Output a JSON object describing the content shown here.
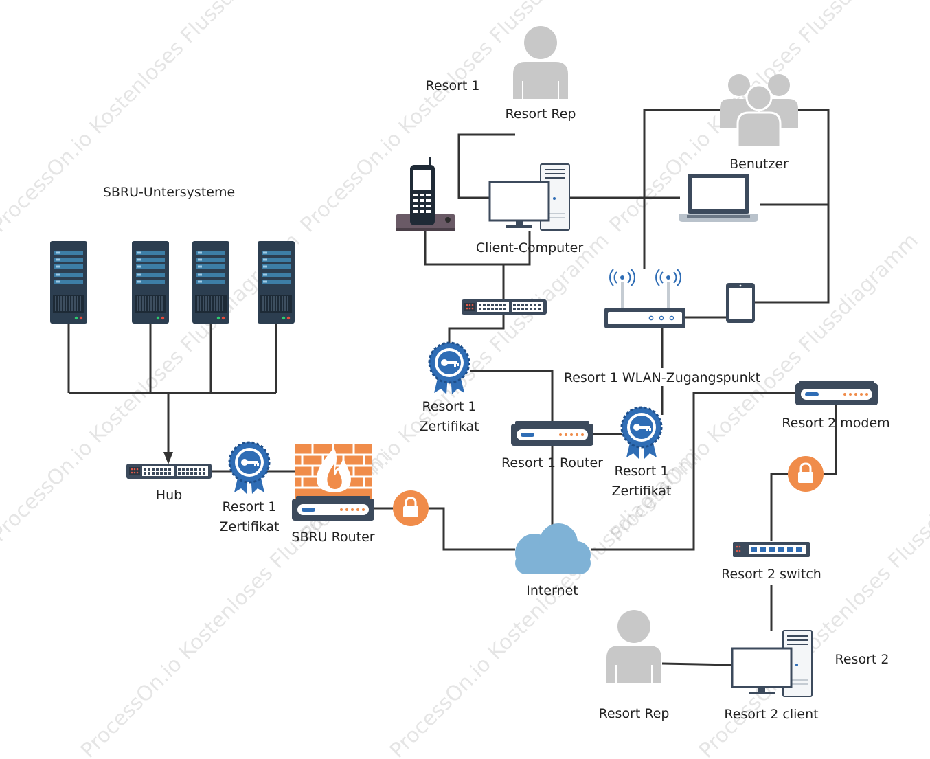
{
  "labels": {
    "sbru_subsystems": "SBRU-Untersysteme",
    "hub": "Hub",
    "cert_hub": "Resort 1\nZertifikat",
    "sbru_router": "SBRU Router",
    "internet": "Internet",
    "resort1": "Resort 1",
    "resort_rep_top": "Resort Rep",
    "client_computer": "Client-Computer",
    "benutzer": "Benutzer",
    "cert_switch": "Resort 1\nZertifikat",
    "resort1_router": "Resort 1 Router",
    "cert_wlan": "Resort 1\nZertifikat",
    "wlan": "Resort 1 WLAN-Zugangspunkt",
    "resort2_modem": "Resort 2 modem",
    "resort2_switch": "Resort 2 switch",
    "resort2": "Resort 2",
    "resort2_client": "Resort 2 client",
    "resort_rep_bottom": "Resort Rep"
  },
  "watermark": "ProcessOn.io Kostenloses Flussdiagramm",
  "colors": {
    "wire": "#333333",
    "server": "#2c3e50",
    "server_slot": "#3d7ea6",
    "person": "#c8c8c8",
    "firewall": "#f08c4a",
    "lock": "#f08c4a",
    "certificate": "#2f6db5",
    "cloud": "#7fb2d6",
    "device": "#3c4a5c"
  }
}
